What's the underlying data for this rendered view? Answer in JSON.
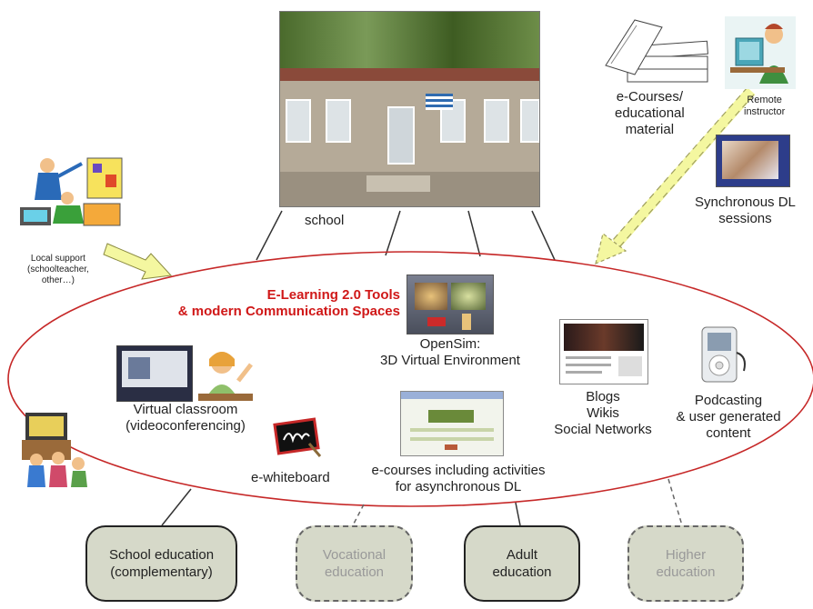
{
  "school_label": "school",
  "remote": {
    "courses_label": "e-Courses/\neducational\nmaterial",
    "instructor_label": "Remote\ninstructor",
    "sync_label": "Synchronous DL\nsessions"
  },
  "local_support_label": "Local support\n(schoolteacher,\nother…)",
  "ellipse": {
    "title": "E-Learning 2.0 Tools\n& modern Communication Spaces",
    "opensim": "OpenSim:\n3D Virtual Environment",
    "virtual_classroom": "Virtual classroom\n(videoconferencing)",
    "ewhiteboard": "e-whiteboard",
    "ecourses": "e-courses including activities\nfor asynchronous DL",
    "blogs": "Blogs\nWikis\nSocial Networks",
    "podcasting": "Podcasting\n& user generated\ncontent"
  },
  "targets": [
    {
      "label": "School education\n(complementary)",
      "active": true
    },
    {
      "label": "Vocational\neducation",
      "active": false
    },
    {
      "label": "Adult\neducation",
      "active": true
    },
    {
      "label": "Higher\neducation",
      "active": false
    }
  ],
  "colors": {
    "ellipse": "#c62828",
    "title": "#d01818",
    "arrow_fill": "#f4f7a0",
    "box_fill": "#d6d9c9"
  }
}
